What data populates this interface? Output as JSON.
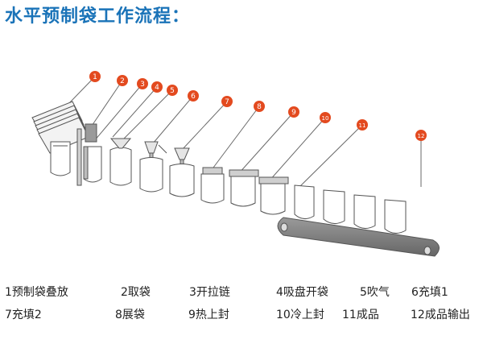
{
  "title": "水平预制袋工作流程：",
  "colors": {
    "title": "#1a73b8",
    "badge": "#e34a1f",
    "leader": "#6a6a6a",
    "outline": "#555555",
    "conveyor": "#7a7a7a"
  },
  "badges": [
    "1",
    "2",
    "3",
    "4",
    "5",
    "6",
    "7",
    "8",
    "9",
    "10",
    "11",
    "12"
  ],
  "legend": {
    "row1": [
      "1预制袋叠放",
      "2取袋",
      "3开拉链",
      "4吸盘开袋",
      "5吹气",
      "6充填1"
    ],
    "row2": [
      "7充填2",
      "8展袋",
      "9热上封",
      "10冷上封",
      "11成品",
      "12成品输出"
    ]
  }
}
